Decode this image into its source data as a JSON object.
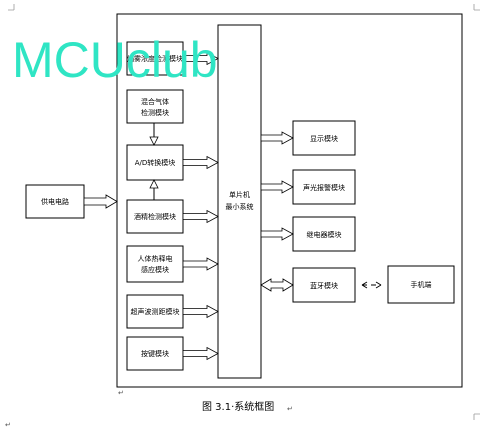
{
  "watermark": "MCUclub",
  "caption": "图 3.1·系统框图",
  "paragraph_mark": "↵",
  "central": {
    "line1": "单片机",
    "line2": "最小系统"
  },
  "power": "供电电路",
  "left_modules": [
    {
      "lines": [
        "烟雾浓度检测模块"
      ]
    },
    {
      "lines": [
        "混合气体",
        "检测模块"
      ]
    },
    {
      "lines": [
        "A/D转换模块"
      ]
    },
    {
      "lines": [
        "酒精检测模块"
      ]
    },
    {
      "lines": [
        "人体热释电",
        "感应模块"
      ]
    },
    {
      "lines": [
        "超声波测距模块"
      ]
    },
    {
      "lines": [
        "按键模块"
      ]
    }
  ],
  "right_modules": [
    {
      "lines": [
        "显示模块"
      ]
    },
    {
      "lines": [
        "声光报警模块"
      ]
    },
    {
      "lines": [
        "继电器模块"
      ]
    },
    {
      "lines": [
        "蓝牙模块"
      ]
    }
  ],
  "phone": "手机端"
}
